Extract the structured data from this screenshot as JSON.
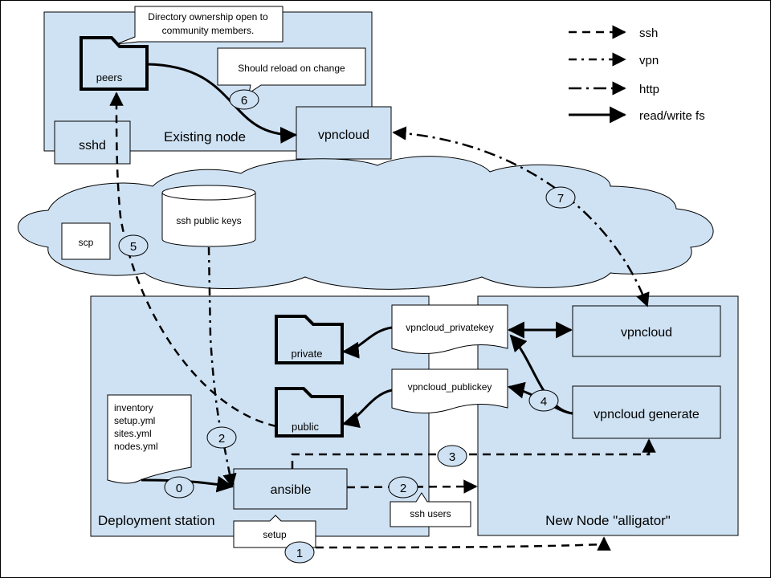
{
  "containers": {
    "existing_node": "Existing node",
    "deployment_station": "Deployment station",
    "new_node": "New Node \"alligator\""
  },
  "nodes": {
    "peers": "peers",
    "sshd": "sshd",
    "vpncloud_existing": "vpncloud",
    "ssh_public_keys": "ssh public keys",
    "scp": "scp",
    "private": "private",
    "public": "public",
    "vpncloud_privatekey": "vpncloud_privatekey",
    "vpncloud_publickey": "vpncloud_publickey",
    "vpncloud_new": "vpncloud",
    "vpncloud_generate": "vpncloud generate",
    "ansible": "ansible",
    "ssh_users": "ssh users",
    "setup": "setup",
    "files_list": [
      "inventory",
      "setup.yml",
      "sites.yml",
      "nodes.yml"
    ]
  },
  "callouts": {
    "ownership_line1": "Directory ownership open to",
    "ownership_line2": "community members.",
    "reload": "Should reload on change"
  },
  "steps": {
    "s0": "0",
    "s1": "1",
    "s2a": "2",
    "s2b": "2",
    "s3": "3",
    "s4": "4",
    "s5": "5",
    "s6": "6",
    "s7": "7"
  },
  "legend": [
    {
      "label": "ssh",
      "style": "dashed"
    },
    {
      "label": "vpn",
      "style": "dash-dot"
    },
    {
      "label": "http",
      "style": "long-dash-dot"
    },
    {
      "label": "read/write fs",
      "style": "solid"
    }
  ],
  "colors": {
    "box_fill": "#cfe2f3",
    "stroke": "#000000",
    "background": "#ffffff"
  }
}
